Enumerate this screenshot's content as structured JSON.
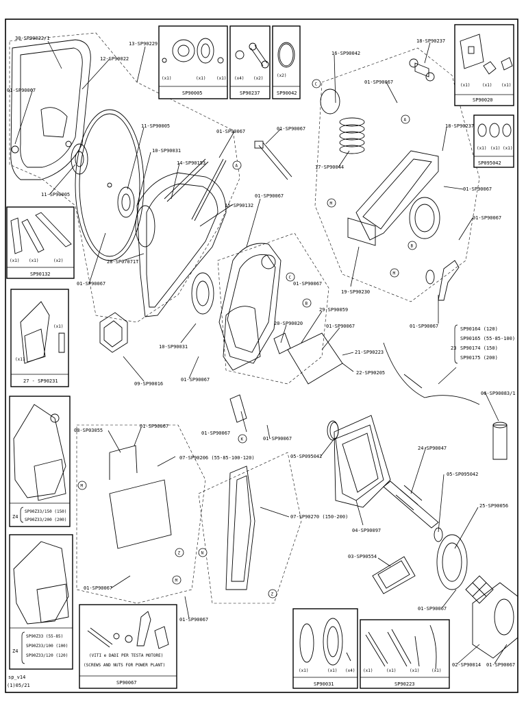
{
  "labels": [
    "30-SP90022/1",
    "01-SP90067",
    "12-SP90022",
    "13-SP90229",
    "11-SP90005",
    "10-SP90031",
    "14-SP90153",
    "11-SP90005",
    "01-SP90067",
    "15-SP90132",
    "01-SP90067",
    "01-SP90067",
    "28-SP07071T",
    "01-SP90067",
    "01-SP90067",
    "10-SP90031",
    "01-SP90067",
    "09-SP90016",
    "20-SP90020",
    "29-SP90059",
    "01-SP90067",
    "21-SP90223",
    "22-SP90205",
    "01-SP90067",
    "01-SP90067",
    "08-SP03055",
    "01-SP90067",
    "07-SP90206 (55-85-100-120)",
    "07-SP90270 (150-200)",
    "05-SP095042",
    "24-SP90047",
    "04-SP90097",
    "05-SP095042",
    "25-SP90056",
    "03-SP90554",
    "01-SP90067",
    "02-SP90014",
    "01-SP90067",
    "01-SP90067",
    "01-SP90067",
    "16-SP90042",
    "17-SP90044",
    "01-SP90067",
    "18-SP90237",
    "18-SP90237",
    "01-SP90067",
    "01-SP90067",
    "19-SP90230",
    "01-SP90067",
    "23",
    "06-SP90083/1"
  ],
  "kit_boxes": {
    "sp90005": {
      "code": "SP90005",
      "qty": [
        "(x1)",
        "(x1)",
        "(x1)"
      ]
    },
    "sp90237": {
      "code": "SP90237",
      "qty": [
        "(x4)",
        "(x2)"
      ]
    },
    "sp90042": {
      "code": "SP90042",
      "qty": [
        "(x2)"
      ]
    },
    "sp90020": {
      "code": "SP90020",
      "qty": [
        "(x1)",
        "(x1)",
        "(x1)"
      ]
    },
    "sp095042": {
      "code": "SP095042",
      "qty": [
        "(x1)",
        "(x1)",
        "(x1)"
      ]
    },
    "sp90132": {
      "code": "SP90132",
      "qty": [
        "(x1)",
        "(x1)",
        "(x2)"
      ]
    },
    "sp90231": {
      "code": "27 - SP90231",
      "qty": [
        "(x1)",
        "(x1)"
      ]
    },
    "sp90067": {
      "code": "SP90067",
      "note1": "(VITI e DADI PER TESTA MOTORE)",
      "note2": "(SCREWS AND NUTS FOR POWER PLANT)"
    },
    "sp90031": {
      "code": "SP90031",
      "qty": [
        "(x1)",
        "(x1)",
        "(x4)"
      ]
    },
    "sp90223": {
      "code": "SP90223",
      "qty": [
        "(x1)",
        "(x1)",
        "(x1)",
        "(x1)"
      ]
    }
  },
  "side_boxes": {
    "z4a": {
      "mark": "Z4",
      "line1": "SP90Z33/150 (150)",
      "line2": "SP90Z33/200 (200)"
    },
    "z4b": {
      "mark": "Z4",
      "line1": "SP90Z33 (55-85)",
      "line2": "SP90Z33/100 (100)",
      "line3": "SP90Z33/120 (120)"
    }
  },
  "variants_23": [
    "SP90164 (120)",
    "SP90165 (55-85-100)",
    "SP90174 (150)",
    "SP90175 (200)"
  ],
  "callouts": [
    "A",
    "A",
    "B",
    "B",
    "C",
    "C",
    "K",
    "M",
    "M",
    "Z",
    "Z",
    "M",
    "M",
    "N"
  ],
  "footer": {
    "ref": "sp_v14",
    "date": "(1)05/21"
  }
}
